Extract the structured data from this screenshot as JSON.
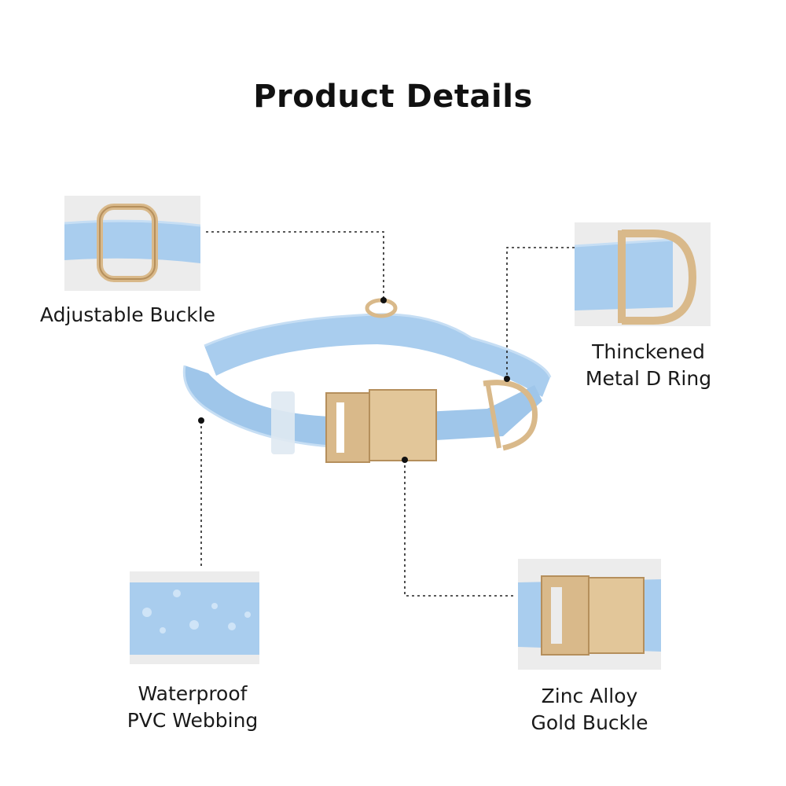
{
  "page": {
    "title": "Product Details"
  },
  "colors": {
    "strap": "#a9cdee",
    "strap_dark": "#8fb9e0",
    "gold": "#d9b98a",
    "gold_dark": "#b58f5c",
    "thumb_bg": "#e9e9e9",
    "leader_line": "#222222"
  },
  "features": [
    {
      "id": "adjustable-buckle",
      "label_lines": [
        "Adjustable Buckle"
      ]
    },
    {
      "id": "d-ring",
      "label_lines": [
        "Thinckened",
        "Metal D Ring"
      ]
    },
    {
      "id": "webbing",
      "label_lines": [
        "Waterproof",
        "PVC Webbing"
      ]
    },
    {
      "id": "gold-buckle",
      "label_lines": [
        "Zinc Alloy",
        "Gold Buckle"
      ]
    }
  ]
}
